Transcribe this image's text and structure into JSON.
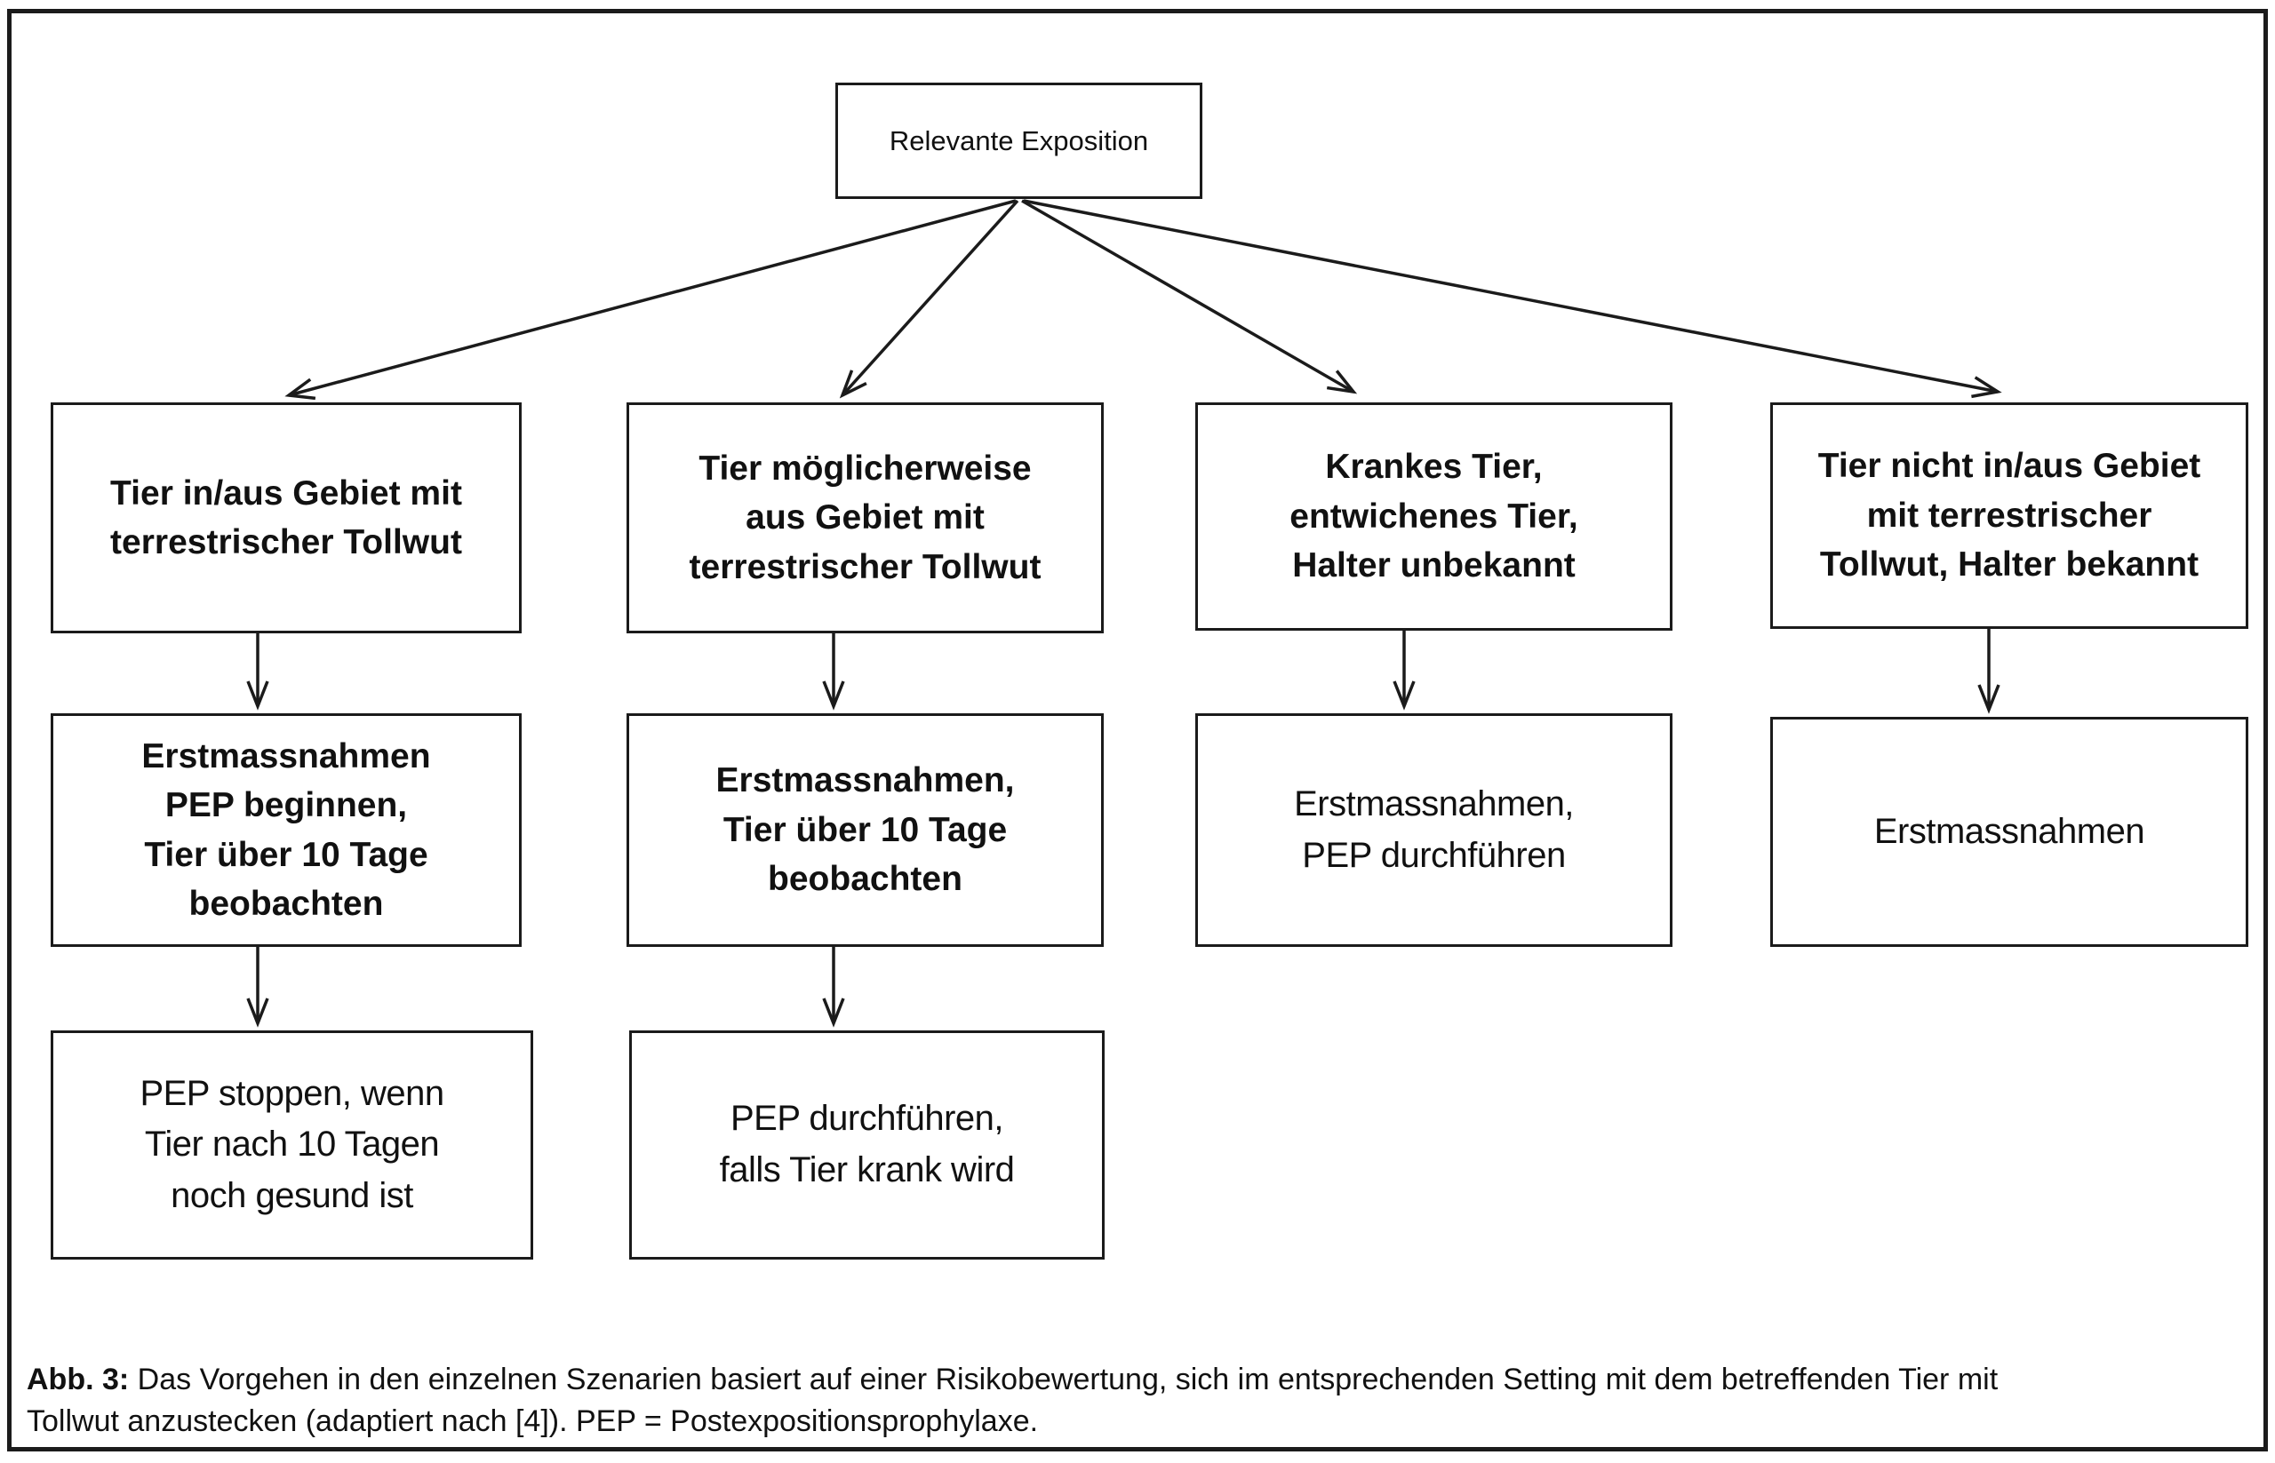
{
  "figure": {
    "root_label": "Relevante Exposition",
    "columns": [
      {
        "scenario": "Tier in/aus Gebiet mit\nterrestrischer Tollwut",
        "step2": "Erstmassnahmen\nPEP beginnen,\nTier über 10 Tage\nbeobachten",
        "step3": "PEP stoppen, wenn\nTier nach 10 Tagen\nnoch gesund ist"
      },
      {
        "scenario": "Tier möglicherweise\naus Gebiet mit\nterrestrischer Tollwut",
        "step2": "Erstmassnahmen,\nTier über 10 Tage\nbeobachten",
        "step3": "PEP durchführen,\nfalls Tier krank wird"
      },
      {
        "scenario": "Krankes Tier,\nentwichenes Tier,\nHalter unbekannt",
        "step2": "Erstmassnahmen,\nPEP durchführen"
      },
      {
        "scenario": "Tier nicht in/aus Gebiet\nmit terrestrischer\nTollwut, Halter bekannt",
        "step2": "Erstmassnahmen"
      }
    ],
    "caption": {
      "label": "Abb. 3:",
      "text": "Das Vorgehen in den einzelnen Szenarien basiert auf einer Risikobewertung, sich im entsprechenden Setting mit dem betreffenden Tier mit\nTollwut anzustecken (adaptiert nach [4]). PEP = Postexpositionsprophylaxe."
    },
    "colors": {
      "line": "#1b1b1b",
      "text": "#111111",
      "background": "#ffffff"
    }
  }
}
